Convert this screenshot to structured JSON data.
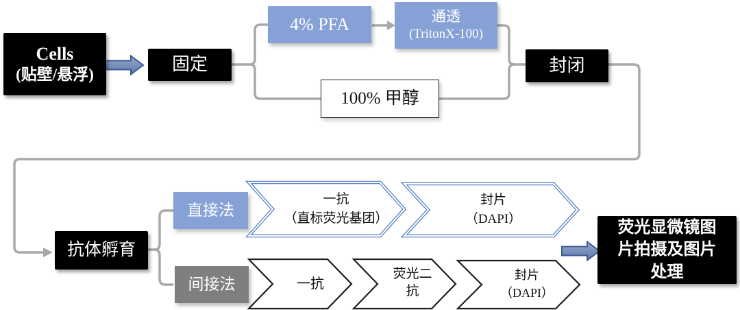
{
  "colors": {
    "blue-box": "#85A1D6",
    "gray-box": "#7F7F7F",
    "black-box": "#000000",
    "chevron-blue": "#4472C4",
    "chevron-black": "#1F1F1F",
    "connector-gray": "#A9A9A9",
    "arrow-blue": "#7289BC",
    "arrow-blue-border": "#3F5A95"
  },
  "nodes": {
    "cells": {
      "line1": "Cells",
      "line2": "(贴壁/悬浮)"
    },
    "fixation": {
      "label": "固定"
    },
    "pfa": {
      "label": "4% PFA"
    },
    "permeabilization": {
      "line1": "通透",
      "line2": "(TritonX-100)"
    },
    "methanol": {
      "label": "100% 甲醇"
    },
    "blocking": {
      "label": "封闭"
    },
    "antibody_incubation": {
      "label": "抗体孵育"
    },
    "direct_method": {
      "label": "直接法"
    },
    "indirect_method": {
      "label": "间接法"
    },
    "direct_primary": {
      "line1": "一抗",
      "line2": "（直标荧光基团）"
    },
    "direct_mount": {
      "line1": "封片",
      "line2": "（DAPI）"
    },
    "indirect_primary": {
      "label": "一抗"
    },
    "indirect_secondary": {
      "line1": "荧光二",
      "line2": "抗"
    },
    "indirect_mount": {
      "line1": "封片",
      "line2": "（DAPI）"
    },
    "output": {
      "line1": "荧光显微镜图",
      "line2": "片拍摄及图片",
      "line3": "处理"
    }
  }
}
